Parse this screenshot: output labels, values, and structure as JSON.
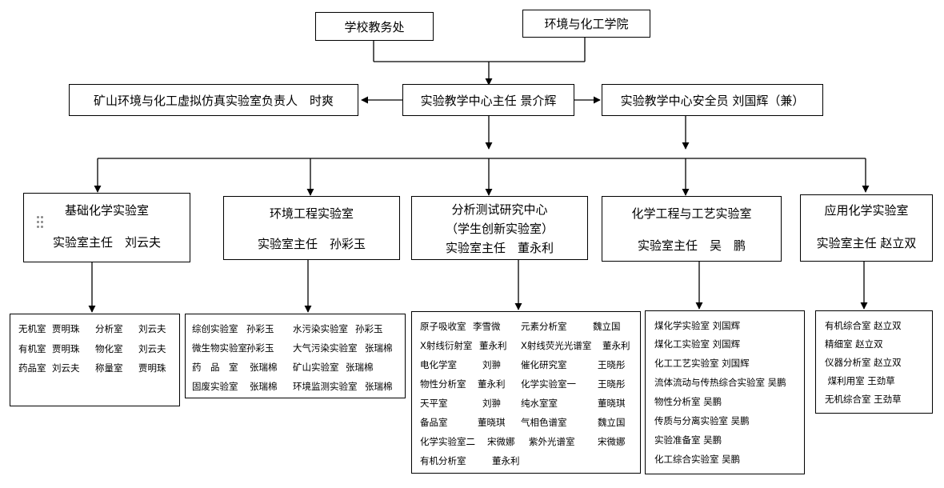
{
  "top": {
    "left_box": "学校教务处",
    "right_box": "环境与化工学院"
  },
  "middle": {
    "left_box": "矿山环境与化工虚拟仿真实验室负责人　时爽",
    "center_box": "实验教学中心主任  景介辉",
    "right_box": "实验教学中心安全员 刘国辉（兼）"
  },
  "units": [
    {
      "name": "基础化学实验室",
      "subtitle": "",
      "director": "实验室主任　刘云夫",
      "rooms": [
        [
          "无机室",
          "贾明珠",
          "分析室",
          "刘云夫"
        ],
        [
          "有机室",
          "贾明珠",
          "物化室",
          "刘云夫"
        ],
        [
          "药品室",
          "刘云夫",
          "称量室",
          "贾明珠"
        ]
      ]
    },
    {
      "name": "环境工程实验室",
      "subtitle": "",
      "director": "实验室主任　孙彩玉",
      "rooms": [
        [
          "综创实验室",
          "孙彩玉",
          "水污染实验室",
          "孙彩玉"
        ],
        [
          "微生物实验室",
          "孙彩玉",
          "大气污染实验室",
          "张瑞棉"
        ],
        [
          "药　品　室",
          "张瑞棉",
          "矿山实验室",
          "张瑞棉"
        ],
        [
          "固废实验室",
          "张瑞棉",
          "环境监测实验室",
          "张瑞棉"
        ]
      ]
    },
    {
      "name": "分析测试研究中心",
      "subtitle": "（学生创新实验室）",
      "director": "实验室主任　董永利",
      "rooms": [
        [
          "原子吸收室",
          "李雪微",
          "元素分析室",
          "魏立国"
        ],
        [
          "X射线衍射室",
          "董永利",
          "X射线荧光光谱室",
          "董永利"
        ],
        [
          "电化学室",
          "刘翀",
          "催化研究室",
          "王晓彤"
        ],
        [
          "物性分析室",
          "董永利",
          "化学实验室一",
          "王晓彤"
        ],
        [
          "天平室",
          "刘翀",
          "纯水室室",
          "董晓琪"
        ],
        [
          "备品室",
          "董晓琪",
          "气相色谱室",
          "魏立国"
        ],
        [
          "化学实验室二",
          "宋微娜",
          "紫外光谱室",
          "宋微娜"
        ],
        [
          "有机分析室",
          "董永利",
          "",
          ""
        ]
      ]
    },
    {
      "name": "化学工程与工艺实验室",
      "subtitle": "",
      "director": "实验室主任　吴　鹏",
      "rooms": [
        "煤化学实验室 刘国辉",
        "煤化工实验室 刘国辉",
        "化工工艺实验室 刘国辉",
        "流体流动与传热综合实验室 吴鹏",
        "物性分析室 吴鹏",
        "传质与分离实验室 吴鹏",
        "实验准备室 吴鹏",
        "化工综合实验室 吴鹏"
      ]
    },
    {
      "name": "应用化学实验室",
      "subtitle": "",
      "director": "实验室主任 赵立双",
      "rooms": [
        "有机综合室 赵立双",
        "精细室 赵立双",
        "仪器分析室 赵立双",
        " 煤利用室 王劲草",
        "无机综合室 王劲草"
      ]
    }
  ]
}
